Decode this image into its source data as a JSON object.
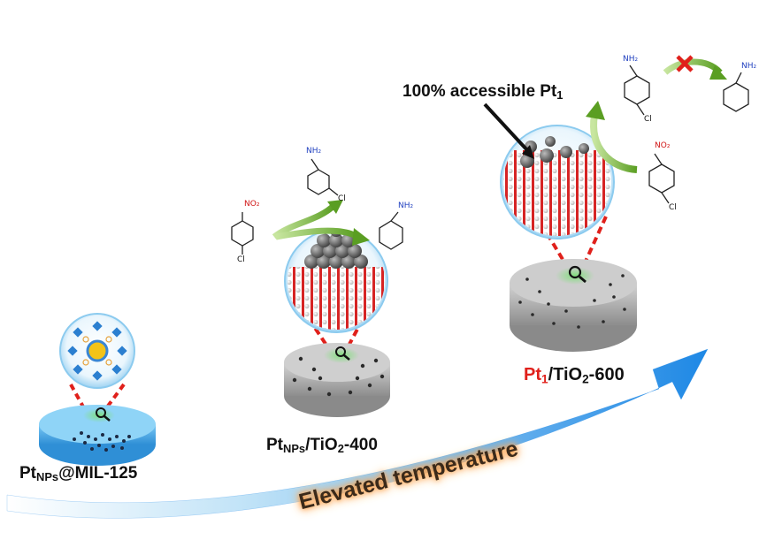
{
  "labels": {
    "stage1_main": "Pt",
    "stage1_sub": "NPs",
    "stage1_tail": "@MIL-125",
    "stage2_main": "Pt",
    "stage2_sub": "NPs",
    "stage2_mid": "/TiO",
    "stage2_sub2": "2",
    "stage2_tail": "-400",
    "stage3_main": "Pt",
    "stage3_sub": "1",
    "stage3_mid": "/TiO",
    "stage3_sub2": "2",
    "stage3_tail": "-600",
    "accessible_main": "100% accessible Pt",
    "accessible_sub": "1",
    "temperature": "Elevated temperature"
  },
  "chem_text": {
    "nh2": "NH₂",
    "no2": "NO₂",
    "cl": "Cl"
  },
  "colors": {
    "arrow_blue": "#1e88e5",
    "arrow_light": "#dff0fb",
    "pt_red": "#e0201b",
    "reaction_green": "#6aaa2a",
    "block_red": "#c0392b",
    "temp_glow": "#ff9a3c"
  }
}
